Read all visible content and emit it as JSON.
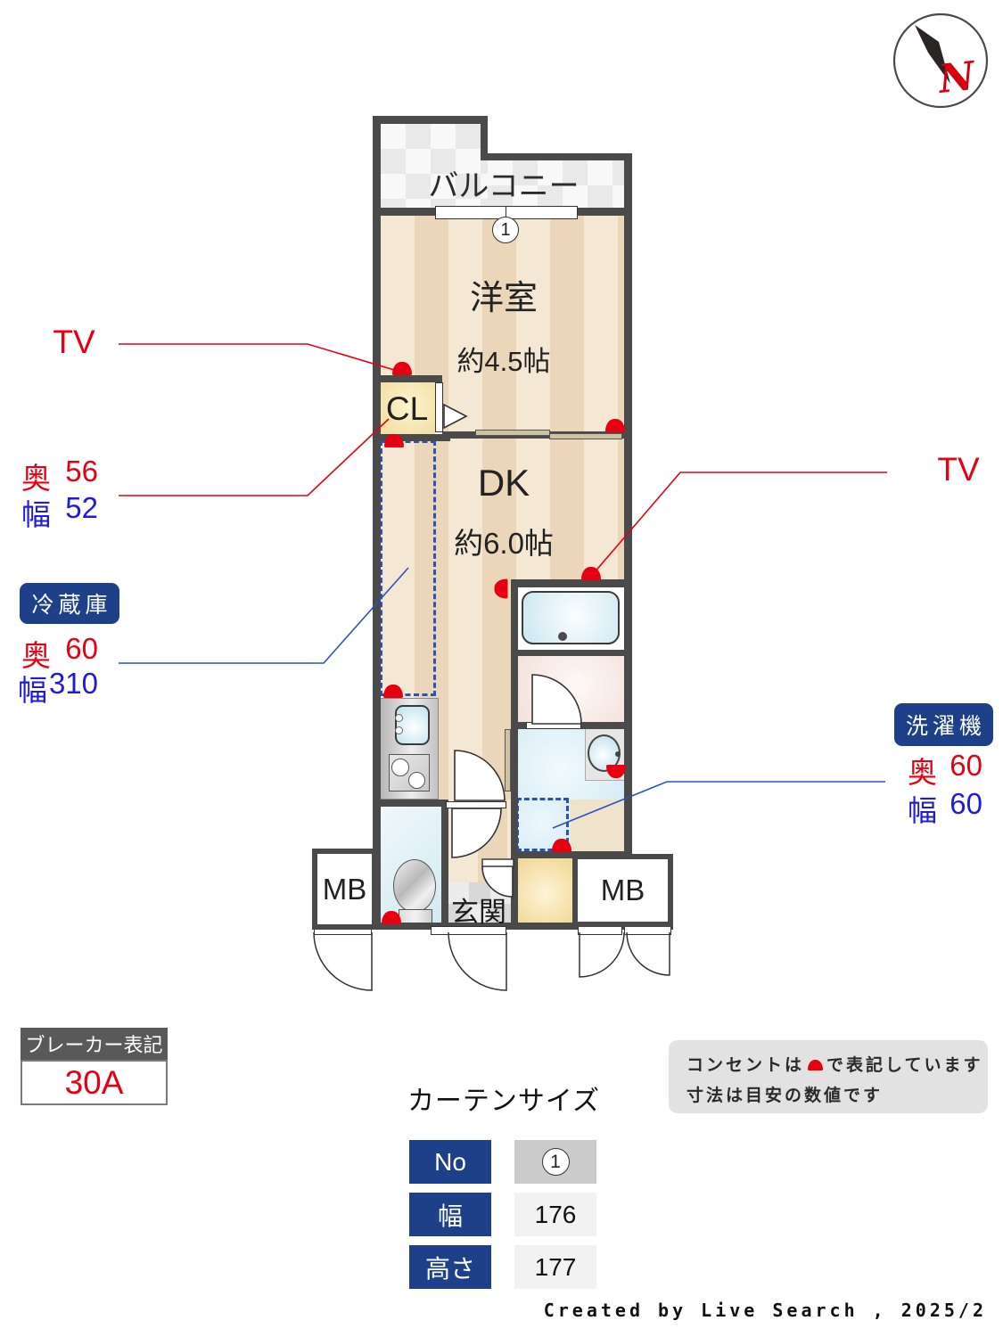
{
  "compass": {
    "letter": "N"
  },
  "plan": {
    "balcony": "バルコニー",
    "window_no": "1",
    "room1": {
      "name": "洋室",
      "size": "約4.5帖"
    },
    "closet": "CL",
    "dk": {
      "name": "DK",
      "size": "約6.0帖"
    },
    "entrance": "玄関",
    "mb_left": "MB",
    "mb_right": "MB"
  },
  "annotations": {
    "tv_left": "TV",
    "tv_right": "TV",
    "closet_dims": {
      "depth_label": "奥",
      "depth": "56",
      "width_label": "幅",
      "width": "52"
    },
    "fridge": {
      "title": "冷蔵庫",
      "depth_label": "奥",
      "depth": "60",
      "width_label": "幅",
      "width": "310"
    },
    "washer": {
      "title": "洗濯機",
      "depth_label": "奥",
      "depth": "60",
      "width_label": "幅",
      "width": "60"
    }
  },
  "breaker": {
    "title": "ブレーカー表記",
    "value": "30A"
  },
  "curtain": {
    "title": "カーテンサイズ",
    "rows": [
      {
        "label": "No",
        "value": "1"
      },
      {
        "label": "幅",
        "value": "176"
      },
      {
        "label": "高さ",
        "value": "177"
      }
    ]
  },
  "notes": {
    "line1_pre": "コンセントは",
    "line1_post": "で表記しています",
    "line2": "寸法は目安の数値です"
  },
  "footer": "Created by Live Search , 2025/2",
  "colors": {
    "accent_red": "#e60012",
    "accent_blue": "#1c1cdb",
    "badge_navy": "#1d4088",
    "wall": "#4a4a4a"
  }
}
